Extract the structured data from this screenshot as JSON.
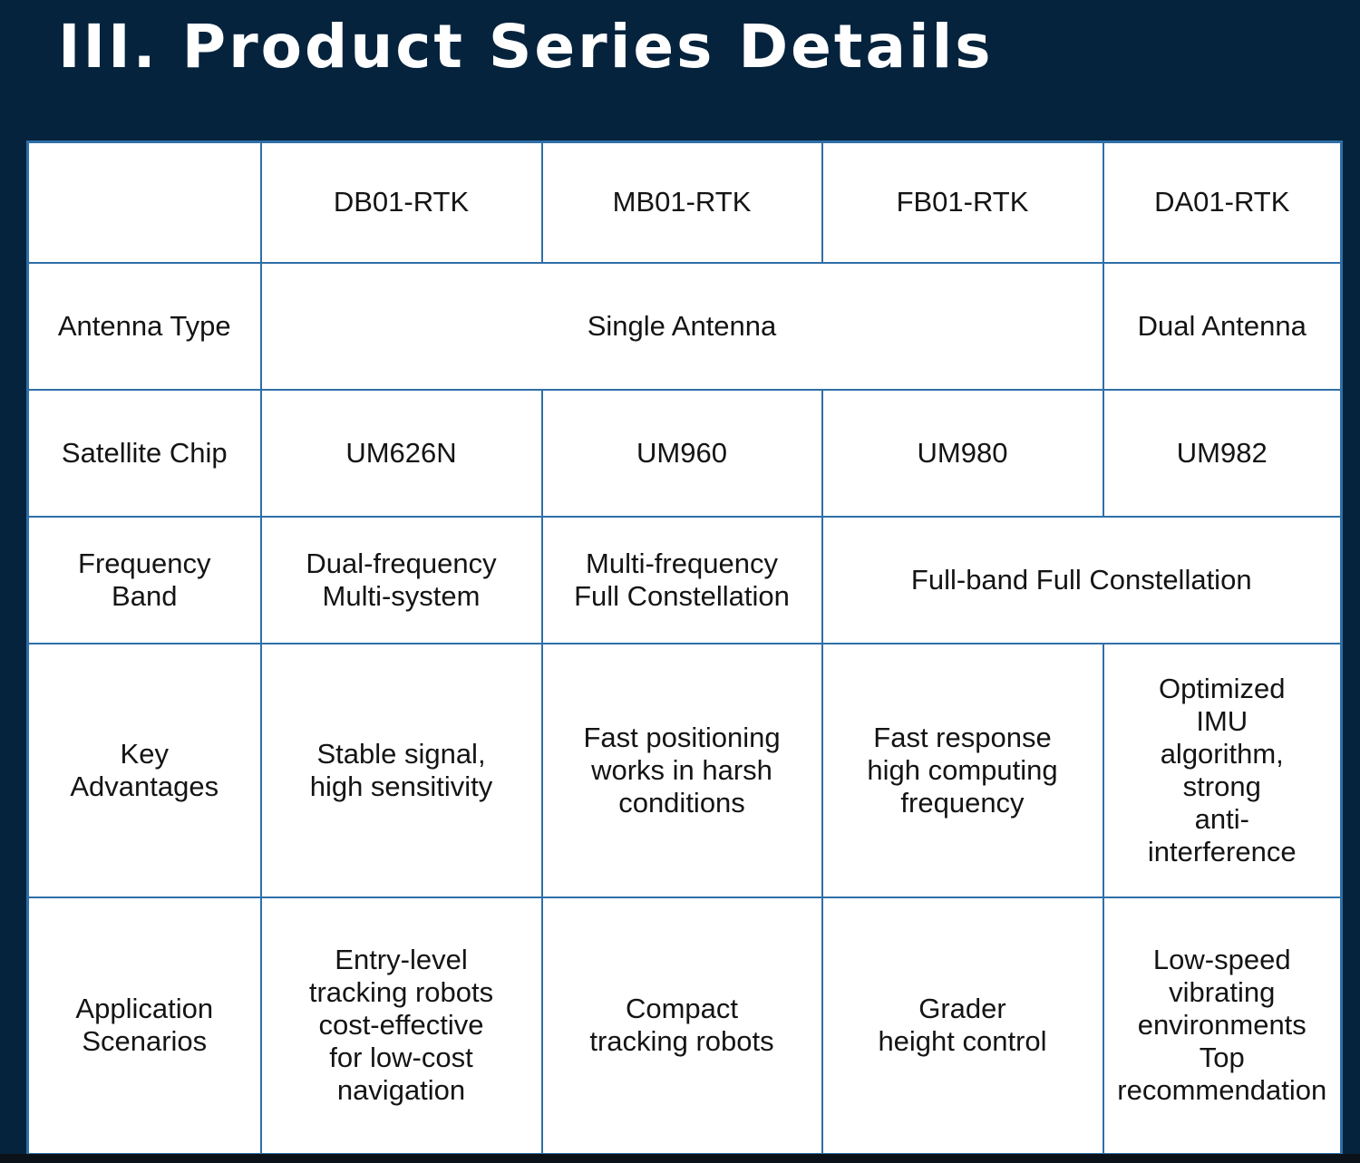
{
  "page": {
    "title": "III. Product Series Details"
  },
  "table": {
    "header": {
      "corner": "",
      "models": [
        "DB01-RTK",
        "MB01-RTK",
        "FB01-RTK",
        "DA01-RTK"
      ]
    },
    "antenna_type": {
      "label": "Antenna Type",
      "single": "Single Antenna",
      "dual": "Dual Antenna"
    },
    "satellite_chip": {
      "label": "Satellite Chip",
      "values": [
        "UM626N",
        "UM960",
        "UM980",
        "UM982"
      ]
    },
    "frequency_band": {
      "label": "Frequency\nBand",
      "db01": "Dual-frequency\nMulti-system",
      "mb01": "Multi-frequency\nFull Constellation",
      "fb01_da01": "Full-band Full Constellation"
    },
    "key_advantages": {
      "label": "Key\nAdvantages",
      "values": [
        "Stable signal,\nhigh sensitivity",
        "Fast positioning\nworks in harsh\nconditions",
        "Fast response\nhigh computing\nfrequency",
        "Optimized\nIMU\nalgorithm,\nstrong\nanti-\ninterference"
      ]
    },
    "application_scenarios": {
      "label": "Application\nScenarios",
      "values": [
        "Entry-level\ntracking robots\ncost-effective\nfor low-cost\nnavigation",
        "Compact\ntracking robots",
        "Grader\nheight control",
        "Low-speed\nvibrating\nenvironments\nTop\nrecommendation"
      ]
    }
  },
  "colors": {
    "background": "#05233d",
    "grid_line": "#2f6fa8",
    "cell_background": "#ffffff",
    "text": "#141414",
    "title_text": "#ffffff"
  }
}
